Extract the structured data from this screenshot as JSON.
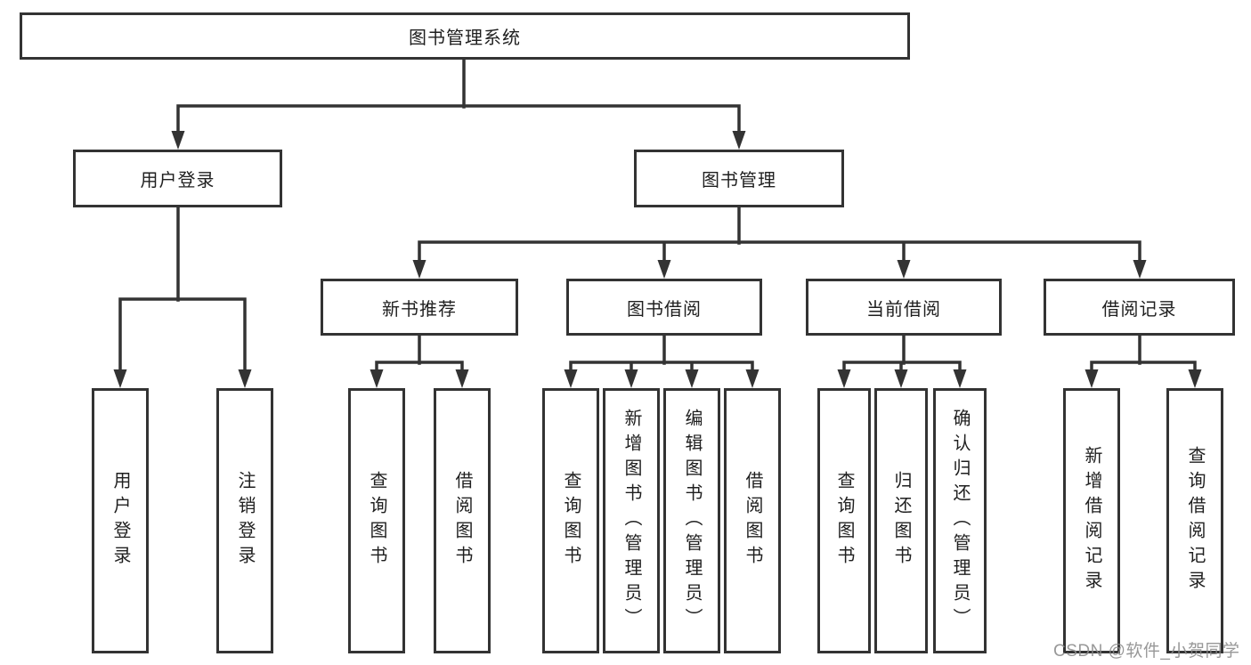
{
  "diagram": {
    "tree": {
      "root": {
        "label": "图书管理系统",
        "children": [
          {
            "label": "用户登录",
            "children": [
              {
                "label": "用户登录"
              },
              {
                "label": "注销登录"
              }
            ]
          },
          {
            "label": "图书管理",
            "children": [
              {
                "label": "新书推荐",
                "children": [
                  {
                    "label": "查询图书"
                  },
                  {
                    "label": "借阅图书"
                  }
                ]
              },
              {
                "label": "图书借阅",
                "children": [
                  {
                    "label": "查询图书"
                  },
                  {
                    "label": "新增图书（管理员）"
                  },
                  {
                    "label": "编辑图书（管理员）"
                  },
                  {
                    "label": "借阅图书"
                  }
                ]
              },
              {
                "label": "当前借阅",
                "children": [
                  {
                    "label": "查询图书"
                  },
                  {
                    "label": "归还图书"
                  },
                  {
                    "label": "确认归还（管理员）"
                  }
                ]
              },
              {
                "label": "借阅记录",
                "children": [
                  {
                    "label": "新增借阅记录"
                  },
                  {
                    "label": "查询借阅记录"
                  }
                ]
              }
            ]
          }
        ]
      }
    },
    "colors": {
      "line": "#333333",
      "box_border": "#333333",
      "box_fill": "#ffffff",
      "text": "#1f1f1f",
      "background": "#ffffff",
      "watermark": "#8a8a8a"
    }
  },
  "watermark": {
    "text": "CSDN @软件_小贺同学"
  }
}
